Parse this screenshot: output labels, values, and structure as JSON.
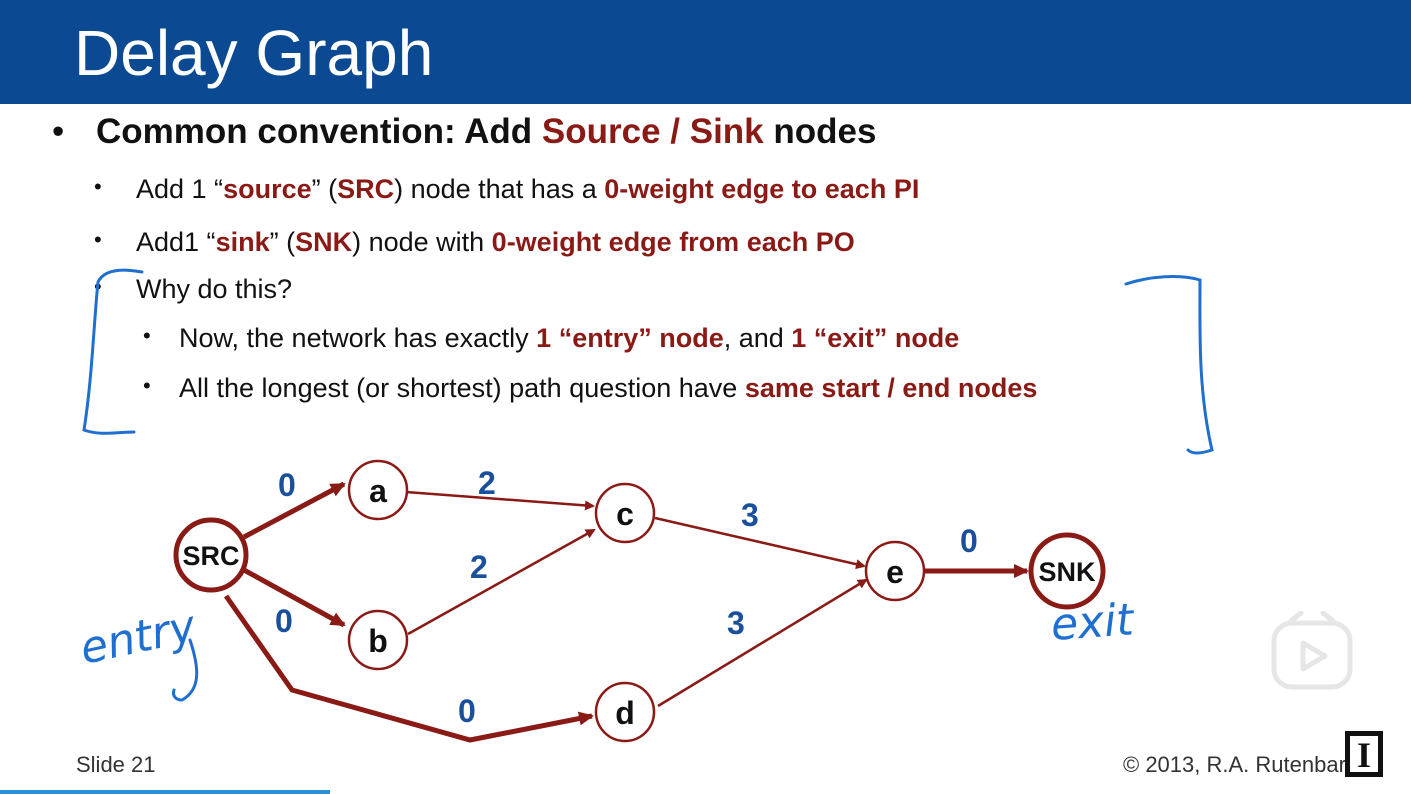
{
  "title": "Delay Graph",
  "bullets": {
    "main": {
      "a": "Common convention:  Add ",
      "b": "Source / Sink",
      "c": " nodes"
    },
    "sub1": {
      "a": "Add 1 “",
      "b": "source",
      "c": "” (",
      "d": "SRC",
      "e": ") node that has a ",
      "f": "0-weight edge to each PI"
    },
    "sub2": {
      "a": "Add1 “",
      "b": "sink",
      "c": "” (",
      "d": "SNK",
      "e": ") node with ",
      "f": "0-weight edge from each PO"
    },
    "sub3": "Why do this?",
    "sub3a": {
      "a": "Now, the network has exactly ",
      "b": "1 “entry” node",
      "c": ", and ",
      "d": "1 “exit” node"
    },
    "sub3b": {
      "a": "All the longest (or shortest) path question have ",
      "b": "same start / end nodes"
    }
  },
  "graph": {
    "nodes": [
      "SRC",
      "a",
      "b",
      "c",
      "d",
      "e",
      "SNK"
    ],
    "edges": [
      {
        "from": "SRC",
        "to": "a",
        "weight": "0"
      },
      {
        "from": "SRC",
        "to": "b",
        "weight": "0"
      },
      {
        "from": "SRC",
        "to": "d",
        "weight": "0"
      },
      {
        "from": "a",
        "to": "c",
        "weight": "2"
      },
      {
        "from": "b",
        "to": "c",
        "weight": "2"
      },
      {
        "from": "c",
        "to": "e",
        "weight": "3"
      },
      {
        "from": "d",
        "to": "e",
        "weight": "3"
      },
      {
        "from": "e",
        "to": "SNK",
        "weight": "0"
      }
    ]
  },
  "annotations": {
    "entry": "entry",
    "exit": "exit"
  },
  "footer": {
    "slide": "Slide 21",
    "copyright": "© 2013, R.A. Rutenbar",
    "logo_letter": "I"
  },
  "colors": {
    "header": "#0b4a92",
    "accent_red": "#8a1a16",
    "weight_blue": "#1a4f9c",
    "ink_blue": "#1f6fd0"
  }
}
